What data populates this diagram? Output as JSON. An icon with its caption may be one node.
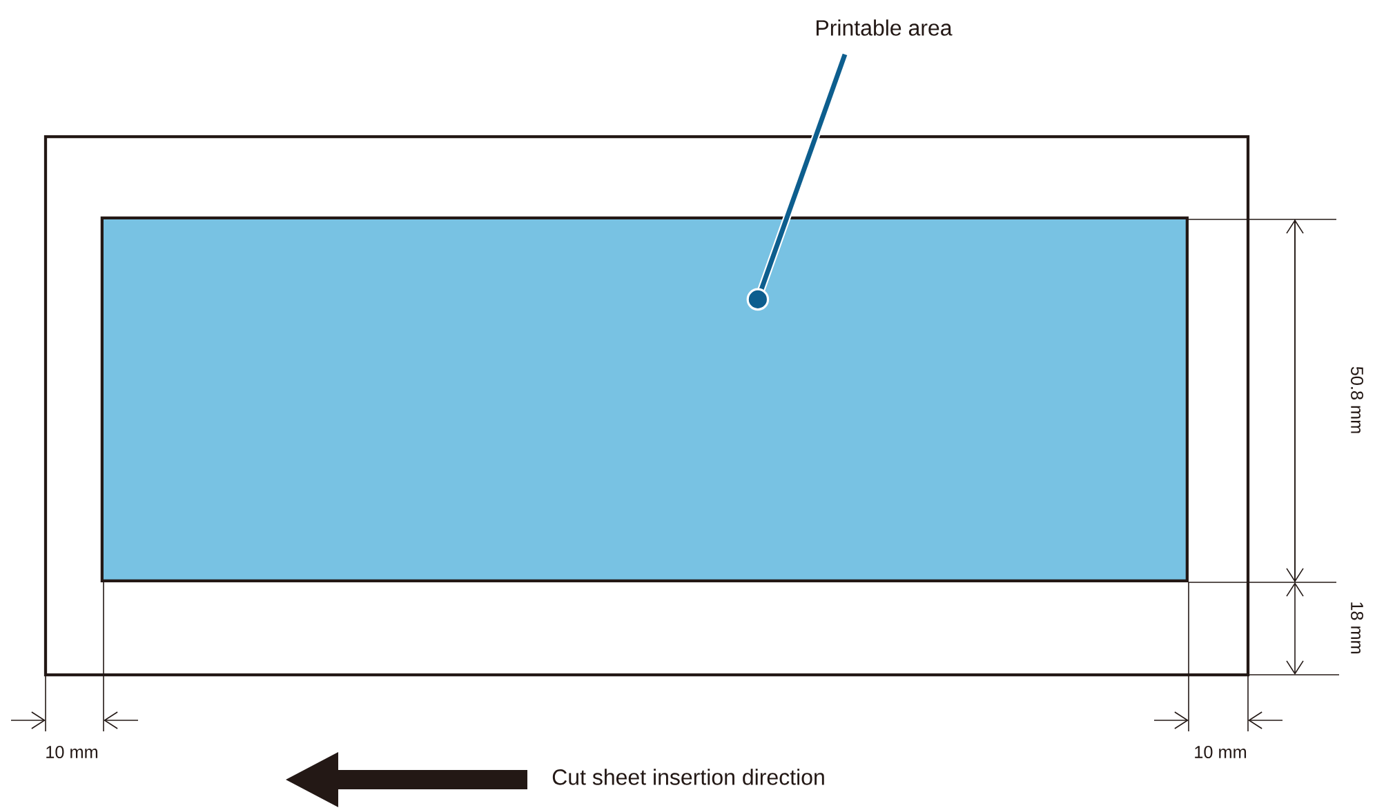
{
  "diagram": {
    "nodes": [
      {
        "text": [],
        "shape": "box"
      },
      {
        "text": [],
        "shape": "box",
        "in": 0
      },
      {
        "text": [
          "Printable area"
        ]
      }
    ],
    "edges": [
      {
        "from": 2,
        "to": 1,
        "arrow": "other"
      }
    ],
    "labels": [
      "50.8 mm",
      "18 mm",
      "10 mm",
      "10 mm",
      "Cut sheet insertion direction"
    ]
  }
}
